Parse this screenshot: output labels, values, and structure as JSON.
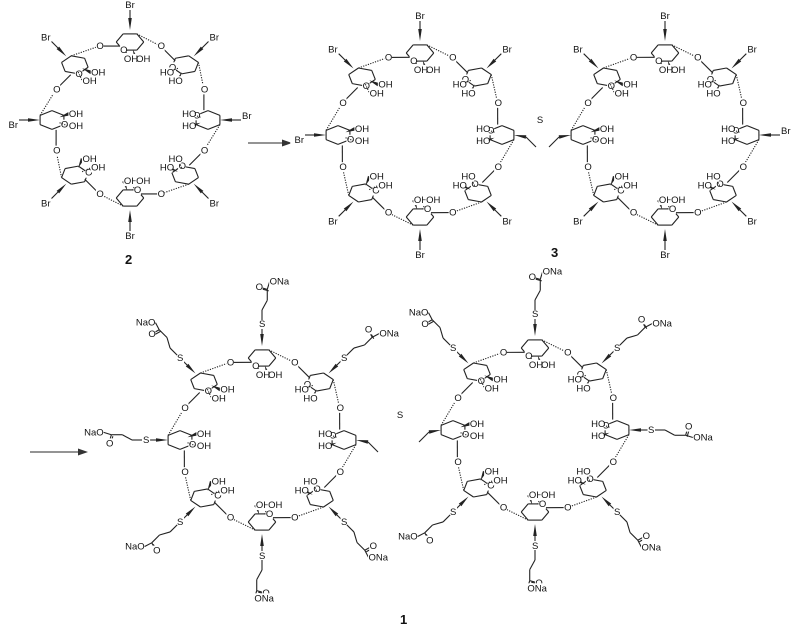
{
  "scheme": {
    "compounds": [
      {
        "id": "2",
        "label": "2",
        "description": "per-6-bromo cyclodextrin ring (8 glucose units)",
        "substituent": "Br",
        "ring_groups": [
          "OH"
        ]
      },
      {
        "id": "3",
        "label": "3",
        "description": "dimer of two bromo-cyclodextrin rings linked by a thioether (CH2-S-CH2) bridge",
        "substituent": "Br",
        "bridge": "S"
      },
      {
        "id": "1",
        "label": "1",
        "description": "dimer with 3-thiopropanoate sodium salt side chains",
        "substituent": "S-CH2CH2-CO-ONa",
        "bridge": "S"
      }
    ],
    "arrows": [
      {
        "from": "2",
        "to": "3"
      },
      {
        "from": "3",
        "to": "1"
      }
    ],
    "atom_labels": {
      "bromine": "Br",
      "hydroxyl": "OH",
      "hydroxyl_left": "HO",
      "oxygen": "O",
      "sulfur": "S",
      "sodium_carboxylate_left": "NaO",
      "sodium_carboxylate_right": "ONa"
    }
  }
}
